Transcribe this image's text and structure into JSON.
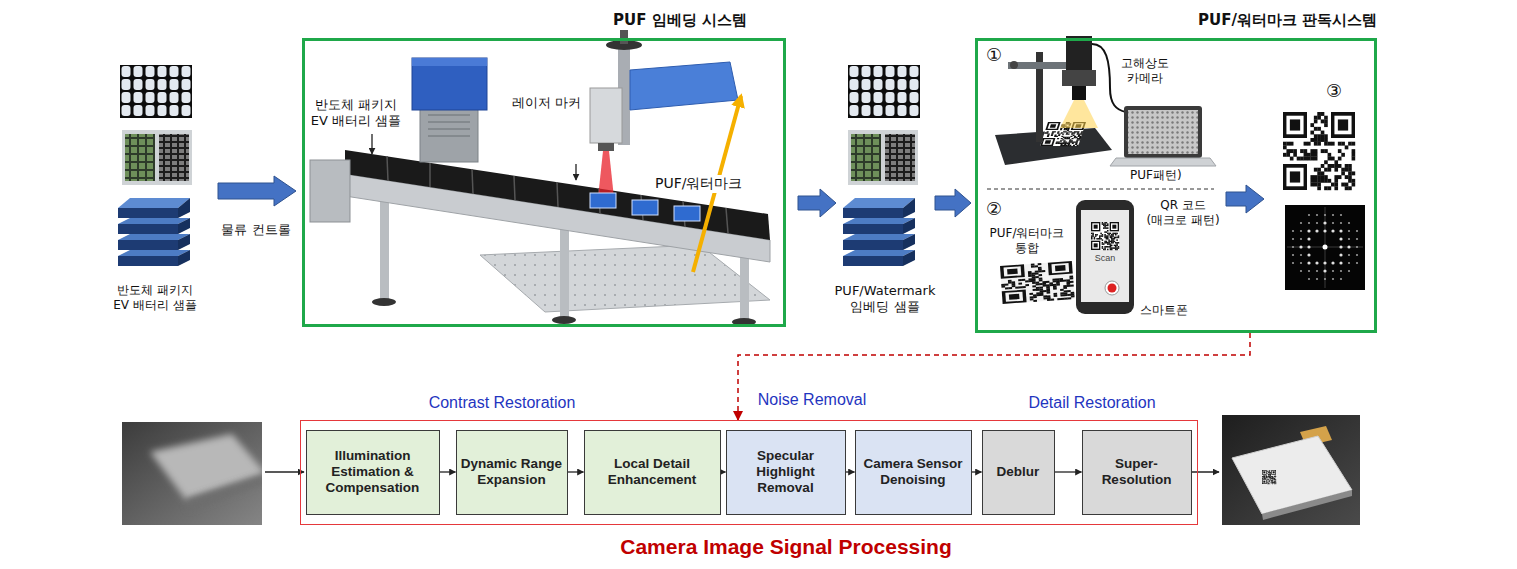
{
  "diagram": {
    "nodes": [
      {
        "text": [
          "PUF 임베딩 시스템"
        ]
      },
      {
        "text": [
          "PUF/워터마크 판독시스템"
        ]
      },
      {
        "text": [
          "Camera Image Signal Processing"
        ]
      },
      {
        "text": [
          "Illumination Estimation & Compensation"
        ],
        "in": 2
      },
      {
        "text": [
          "Dynamic Range Expansion"
        ],
        "in": 2
      },
      {
        "text": [
          "Local Detail Enhancement"
        ],
        "in": 2
      },
      {
        "text": [
          "Specular Highlight Removal"
        ],
        "in": 2
      },
      {
        "text": [
          "Camera Sensor Denoising"
        ],
        "in": 2
      },
      {
        "text": [
          "Deblur"
        ],
        "in": 2
      },
      {
        "text": [
          "Super-Resolution"
        ],
        "in": 2
      }
    ],
    "edges": [
      {
        "from": 3,
        "to": 4,
        "arrow": "to"
      },
      {
        "from": 4,
        "to": 5,
        "arrow": "to"
      },
      {
        "from": 5,
        "to": 6,
        "arrow": "to"
      },
      {
        "from": 6,
        "to": 7,
        "arrow": "to"
      },
      {
        "from": 7,
        "to": 8,
        "arrow": "to"
      },
      {
        "from": 8,
        "to": 9,
        "arrow": "to"
      },
      {
        "from": 1,
        "to": 2,
        "arrow": "to"
      }
    ],
    "labels": [
      "반도체 패키지 EV 배터리 샘플",
      "물류 컨트롤",
      "반도체 패키지 EV 배터리 샘플",
      "레이저 마커",
      "PUF/워터마크",
      "PUF/Watermark 임베딩 샘플",
      "①",
      "고해상도 카메라",
      "PUF패턴)",
      "②",
      "PUF/워터마크 통합",
      "QR 코드 (매크로 패턴)",
      "Scan",
      "스마트폰",
      "③",
      "Contrast Restoration",
      "Noise Removal",
      "Detail Restoration"
    ]
  }
}
